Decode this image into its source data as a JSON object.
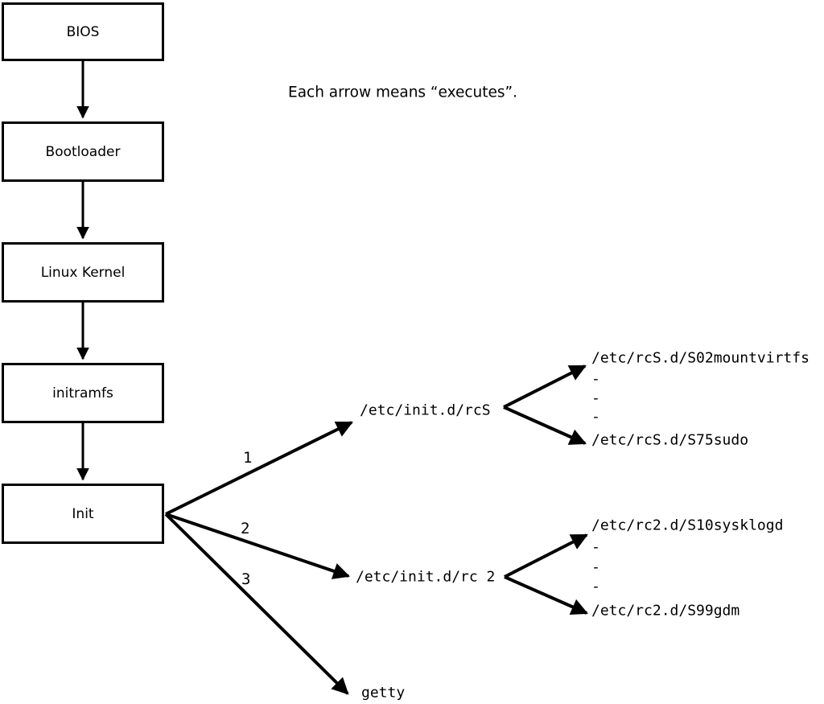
{
  "caption": "Each arrow means “executes”.",
  "boxes": [
    {
      "label": "BIOS"
    },
    {
      "label": "Bootloader"
    },
    {
      "label": "Linux Kernel"
    },
    {
      "label": "initramfs"
    },
    {
      "label": "Init"
    }
  ],
  "arrow_labels": {
    "first": "1",
    "second": "2",
    "third": "3"
  },
  "targets": {
    "rcS": "/etc/init.d/rcS",
    "rc2": "/etc/init.d/rc 2",
    "getty": "getty"
  },
  "rcS_scripts": {
    "first": "/etc/rcS.d/S02mountvirtfs",
    "dashes": [
      "-",
      "-",
      "-"
    ],
    "last": "/etc/rcS.d/S75sudo"
  },
  "rc2_scripts": {
    "first": "/etc/rc2.d/S10sysklogd",
    "dashes": [
      "-",
      "-",
      "-"
    ],
    "last": "/etc/rc2.d/S99gdm"
  },
  "colors": {
    "ink": "#000000",
    "background": "#ffffff"
  }
}
